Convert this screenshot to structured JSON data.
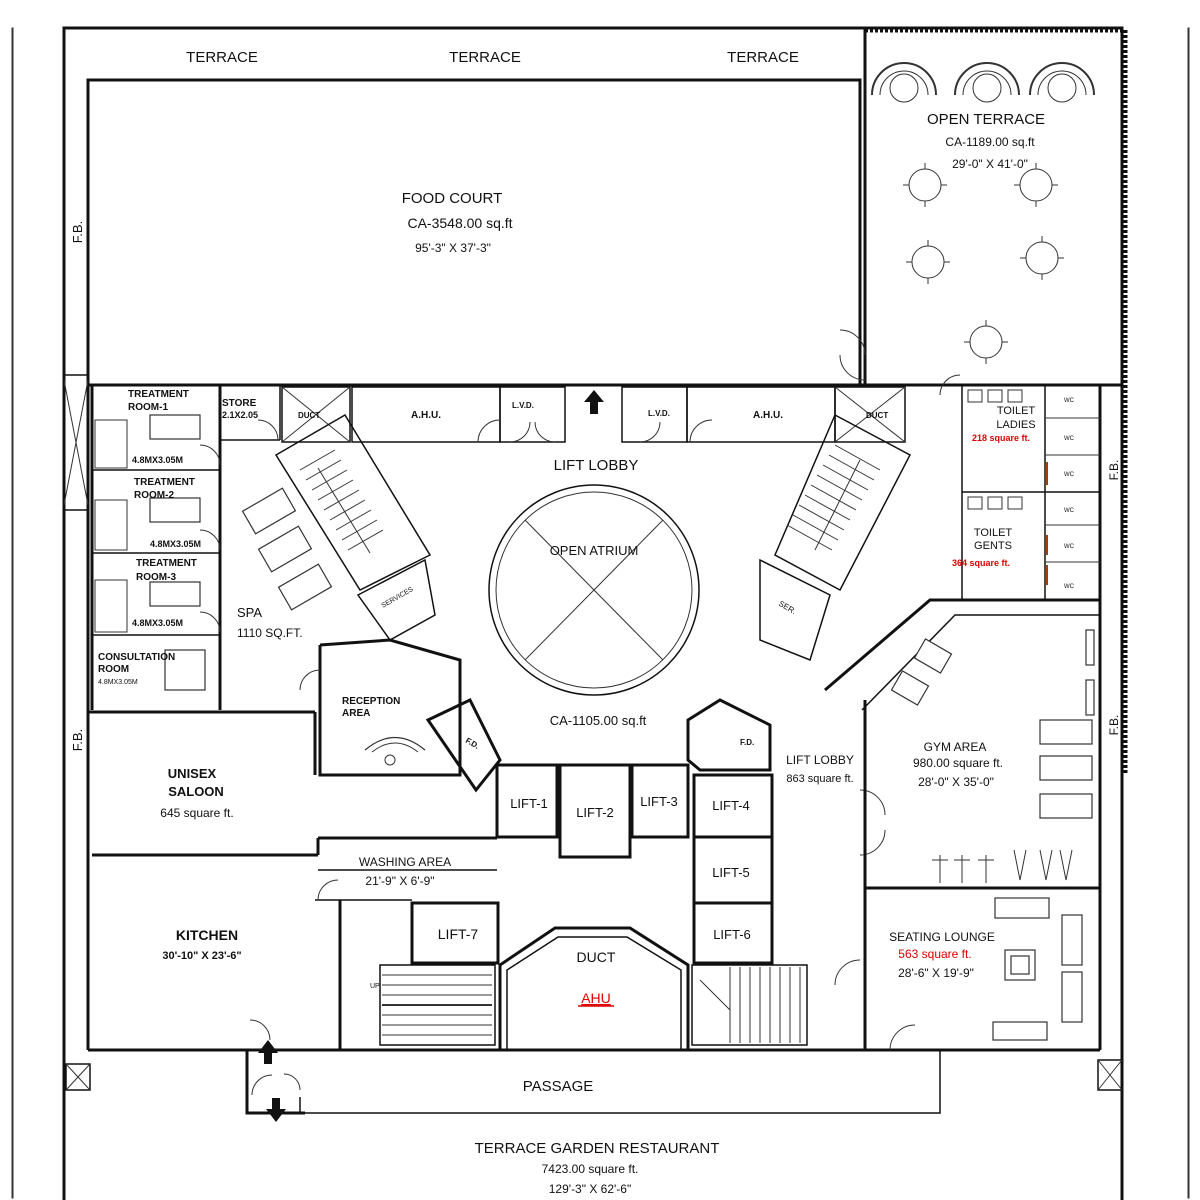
{
  "plan": {
    "terrace_1": "TERRACE",
    "terrace_2": "TERRACE",
    "terrace_3": "TERRACE",
    "food_court": {
      "name": "FOOD COURT",
      "area": "CA-3548.00 sq.ft",
      "dims": "95'-3\" X 37'-3\""
    },
    "open_terrace": {
      "name": "OPEN TERRACE",
      "area": "CA-1189.00 sq.ft",
      "dims": "29'-0\" X 41'-0\""
    },
    "fb_left_top": "F.B.",
    "fb_left_bottom": "F.B.",
    "fb_right_top": "F.B.",
    "fb_right_bottom": "F.B.",
    "treatment_1": {
      "name": "TREATMENT",
      "sub": "ROOM-1",
      "dims": "4.8MX3.05M"
    },
    "treatment_2": {
      "name": "TREATMENT",
      "sub": "ROOM-2",
      "dims": "4.8MX3.05M"
    },
    "treatment_3": {
      "name": "TREATMENT",
      "sub": "ROOM-3",
      "dims": "4.8MX3.05M"
    },
    "store": {
      "name": "STORE",
      "dims": "2.1X2.05"
    },
    "consultation": {
      "name": "CONSULTATION",
      "sub": "ROOM",
      "dims": "4.8MX3.05M"
    },
    "spa": {
      "name": "SPA",
      "area": "1110 SQ.FT."
    },
    "duct_left": "DUCT",
    "duct_right": "DUCT",
    "ahu_left": "A.H.U.",
    "ahu_right": "A.H.U.",
    "lvd_left": "L.V.D.",
    "lvd_right": "L.V.D.",
    "lift_lobby_top": "LIFT LOBBY",
    "open_atrium": "OPEN ATRIUM",
    "atrium_area": "CA-1105.00 sq.ft",
    "toilet_ladies": {
      "name": "TOILET",
      "sub": "LADIES",
      "area": "218 square ft."
    },
    "toilet_gents": {
      "name": "TOILET",
      "sub": "GENTS",
      "area": "364 square ft."
    },
    "services_left": "SERVICES",
    "services_right": "SER.",
    "reception": {
      "name": "RECEPTION",
      "sub": "AREA"
    },
    "fd_left": "F.D.",
    "fd_right": "F.D.",
    "lift_lobby_right": {
      "name": "LIFT LOBBY",
      "area": "863 square ft."
    },
    "gym": {
      "name": "GYM AREA",
      "area": "980.00 square ft.",
      "dims": "28'-0\" X 35'-0\""
    },
    "unisex_saloon": {
      "name": "UNISEX",
      "sub": "SALOON",
      "area": "645 square ft."
    },
    "lift_1": "LIFT-1",
    "lift_2": "LIFT-2",
    "lift_3": "LIFT-3",
    "lift_4": "LIFT-4",
    "lift_5": "LIFT-5",
    "lift_6": "LIFT-6",
    "lift_7": "LIFT-7",
    "washing": {
      "name": "WASHING AREA",
      "dims": "21'-9\" X 6'-9\""
    },
    "kitchen": {
      "name": "KITCHEN",
      "dims": "30'-10\" X 23'-6\""
    },
    "duct_bottom": "DUCT",
    "ahu_bottom": "AHU",
    "seating_lounge": {
      "name": "SEATING LOUNGE",
      "area": "563 square ft.",
      "dims": "28'-6\" X 19'-9\""
    },
    "up_label": "UP",
    "passage": "PASSAGE",
    "terrace_garden": {
      "name": "TERRACE GARDEN RESTAURANT",
      "area": "7423.00 square ft.",
      "dims": "129'-3\" X 62'-6\""
    },
    "wc_label": "WC"
  },
  "colors": {
    "line": "#111111",
    "accent_red": "#e00000"
  }
}
